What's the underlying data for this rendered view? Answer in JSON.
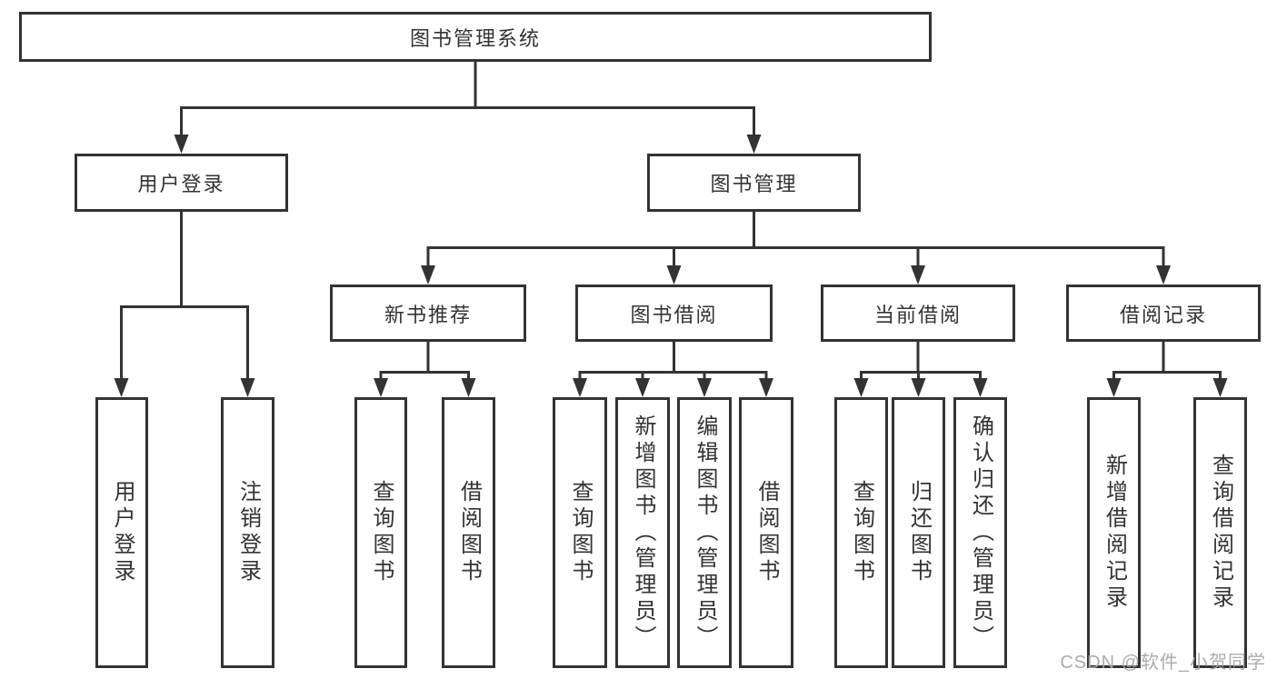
{
  "tree": {
    "root": "图书管理系统",
    "branches": [
      {
        "label": "用户登录",
        "children": [
          "用户登录",
          "注销登录"
        ]
      },
      {
        "label": "图书管理",
        "sections": [
          {
            "label": "新书推荐",
            "children": [
              "查询图书",
              "借阅图书"
            ]
          },
          {
            "label": "图书借阅",
            "children": [
              "查询图书",
              "新增图书（管理员）",
              "编辑图书（管理员）",
              "借阅图书"
            ]
          },
          {
            "label": "当前借阅",
            "children": [
              "查询图书",
              "归还图书",
              "确认归还（管理员）"
            ]
          },
          {
            "label": "借阅记录",
            "children": [
              "新增借阅记录",
              "查询借阅记录"
            ]
          }
        ]
      }
    ]
  },
  "watermark": {
    "text": "CSDN @软件_小贺同学"
  },
  "colors": {
    "line": "#333333",
    "box_background": "#ffffff",
    "text": "#333333",
    "watermark": "#a5a5a5"
  }
}
